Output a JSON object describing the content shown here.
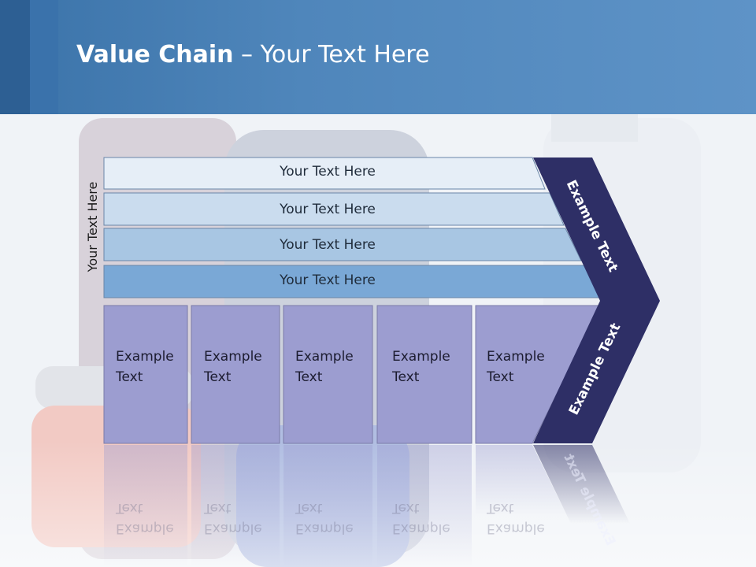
{
  "title": {
    "bold": "Value Chain",
    "rest": " – Your Text Here"
  },
  "vertical_label": "Your Text Here",
  "bars": [
    {
      "label": "Your Text Here",
      "color": "#e6eef7"
    },
    {
      "label": "Your Text Here",
      "color": "#cadcee"
    },
    {
      "label": "Your Text Here",
      "color": "#a8c6e3"
    },
    {
      "label": "Your Text Here",
      "color": "#7aa8d6"
    }
  ],
  "boxes": [
    {
      "line1": "Example",
      "line2": "Text"
    },
    {
      "line1": "Example",
      "line2": "Text"
    },
    {
      "line1": "Example",
      "line2": "Text"
    },
    {
      "line1": "Example",
      "line2": "Text"
    },
    {
      "line1": "Example",
      "line2": "Text"
    }
  ],
  "chevron": {
    "upper_label": "Example Text",
    "lower_label": "Example Text",
    "color": "#2e2f66"
  },
  "colors": {
    "box_fill": "#9c9dd0",
    "header": "#4a82b9"
  }
}
